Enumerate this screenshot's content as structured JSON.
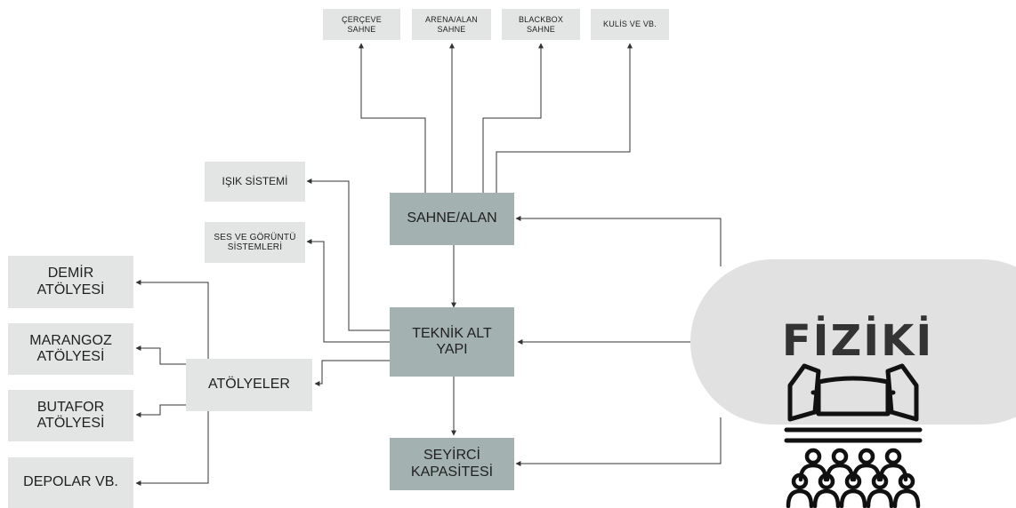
{
  "stage_types": [
    {
      "label": "ÇERÇEVE\nSAHNE"
    },
    {
      "label": "ARENA/ALAN\nSAHNE"
    },
    {
      "label": "BLACKBOX\nSAHNE"
    },
    {
      "label": "KULİS VE VB."
    }
  ],
  "systems": {
    "lighting": "IŞIK SİSTEMİ",
    "sound_video": "SES VE GÖRÜNTÜ\nSİSTEMLERİ"
  },
  "center": {
    "stage": "SAHNE/ALAN",
    "technical": "TEKNİK ALT\nYAPI",
    "audience": "SEYİRCİ\nKAPASİTESİ"
  },
  "workshops": {
    "hub": "ATÖLYELER",
    "items": [
      {
        "label": "DEMİR\nATÖLYESİ"
      },
      {
        "label": "MARANGOZ\nATÖLYESİ"
      },
      {
        "label": "BUTAFOR\nATÖLYESİ"
      },
      {
        "label": "DEPOLAR VB."
      }
    ]
  },
  "category": {
    "title": "FİZİKİ",
    "icon": "theater-stage-audience-icon"
  },
  "colors": {
    "light_box": "#e2e5e3",
    "dark_box": "#a3b2b0",
    "line": "#333333",
    "blob": "#e1e1e1"
  }
}
